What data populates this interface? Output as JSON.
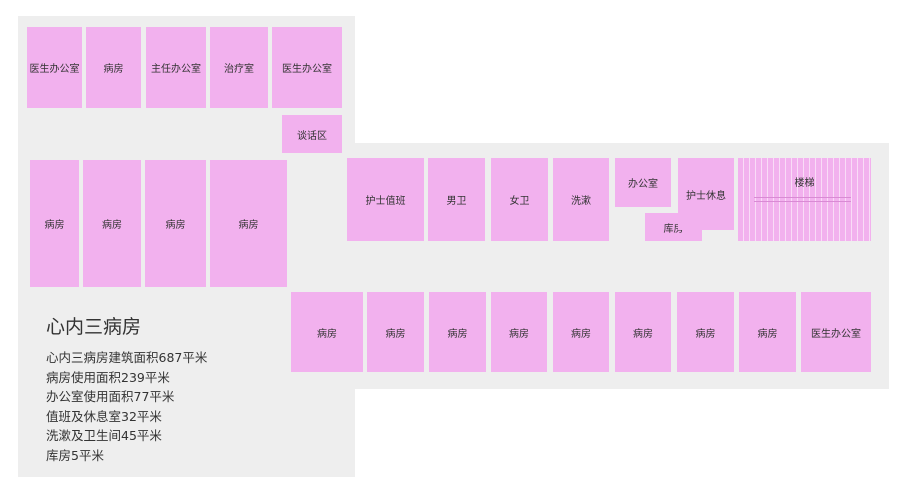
{
  "floorplan": {
    "title": "心内三病房",
    "rooms": {
      "r1": "医生办公室",
      "r2": "病房",
      "r3": "主任办公室",
      "r4": "治疗室",
      "r5": "医生办公室",
      "r6": "谈话区",
      "r7": "病房",
      "r8": "病房",
      "r9": "病房",
      "r10": "病房",
      "r11": "护士值班",
      "r12": "男卫",
      "r13": "女卫",
      "r14": "洗漱",
      "r15": "办公室",
      "r16": "库房",
      "r17": "护士休息",
      "r18": "楼梯",
      "r19": "病房",
      "r20": "病房",
      "r21": "病房",
      "r22": "病房",
      "r23": "病房",
      "r24": "病房",
      "r25": "病房",
      "r26": "病房",
      "r27": "医生办公室"
    },
    "stats": [
      "心内三病房建筑面积687平米",
      "病房使用面积239平米",
      "办公室使用面积77平米",
      "值班及休息室32平米",
      "洗漱及卫生间45平米",
      "库房5平米"
    ]
  },
  "colors": {
    "room": "#f2b1ee",
    "floor": "#eeeeee",
    "text": "#333333"
  }
}
